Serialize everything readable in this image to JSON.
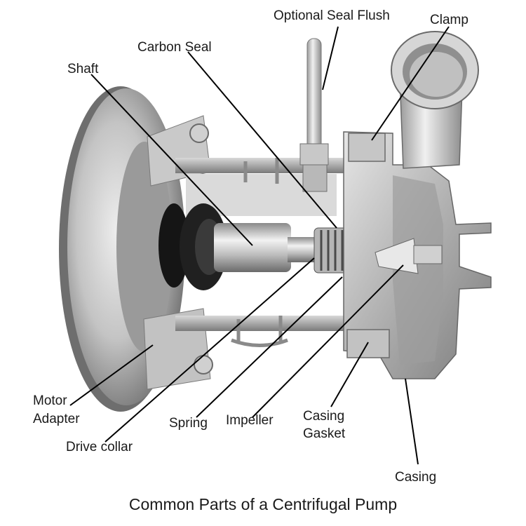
{
  "diagram": {
    "caption": "Common Parts of a Centrifugal Pump",
    "labels": {
      "optional_seal_flush": "Optional Seal Flush",
      "clamp": "Clamp",
      "carbon_seal": "Carbon Seal",
      "shaft": "Shaft",
      "motor_adapter_line1": "Motor",
      "motor_adapter_line2": "Adapter",
      "drive_collar": "Drive collar",
      "spring": "Spring",
      "impeller": "Impeller",
      "casing_gasket_line1": "Casing",
      "casing_gasket_line2": "Gasket",
      "casing": "Casing"
    }
  },
  "colors": {
    "background": "#ffffff",
    "steel_light": "#e4e4e4",
    "steel_mid": "#b8b8b8",
    "steel_dark": "#6e6e6e",
    "rubber": "#151515",
    "leader_line": "#000000",
    "text": "#1a1a1a"
  }
}
